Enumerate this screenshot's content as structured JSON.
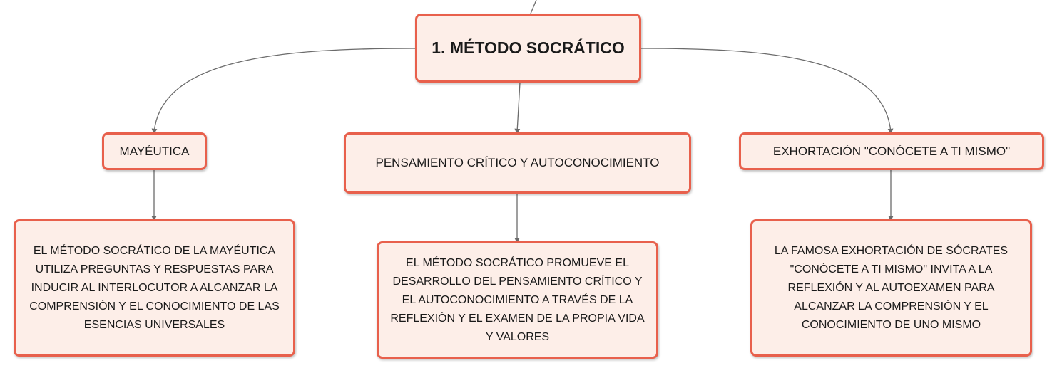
{
  "palette": {
    "node_fill": "#fdeee8",
    "node_border": "#e8604c",
    "connector": "#6b6b6b"
  },
  "map": {
    "root": {
      "label": "1. MÉTODO SOCRÁTICO"
    },
    "branches": [
      {
        "label": "MAYÉUTICA",
        "detail": [
          "EL MÉTODO SOCRÁTICO DE LA MAYÉUTICA",
          "UTILIZA PREGUNTAS Y RESPUESTAS PARA",
          "INDUCIR AL INTERLOCUTOR A ALCANZAR LA",
          "COMPRENSIÓN Y EL CONOCIMIENTO DE LAS",
          "ESENCIAS UNIVERSALES"
        ]
      },
      {
        "label": "PENSAMIENTO CRÍTICO Y AUTOCONOCIMIENTO",
        "detail": [
          "EL MÉTODO SOCRÁTICO PROMUEVE EL",
          "DESARROLLO DEL PENSAMIENTO CRÍTICO Y",
          "EL AUTOCONOCIMIENTO A TRAVÉS DE LA",
          "REFLEXIÓN Y EL EXAMEN DE LA PROPIA VIDA",
          "Y VALORES"
        ]
      },
      {
        "label": "EXHORTACIÓN \"CONÓCETE A TI MISMO\"",
        "detail": [
          "LA FAMOSA EXHORTACIÓN DE SÓCRATES",
          "\"CONÓCETE A TI MISMO\" INVITA A LA",
          "REFLEXIÓN Y AL AUTOEXAMEN PARA",
          "ALCANZAR LA COMPRENSIÓN Y EL",
          "CONOCIMIENTO DE UNO MISMO"
        ]
      }
    ]
  }
}
